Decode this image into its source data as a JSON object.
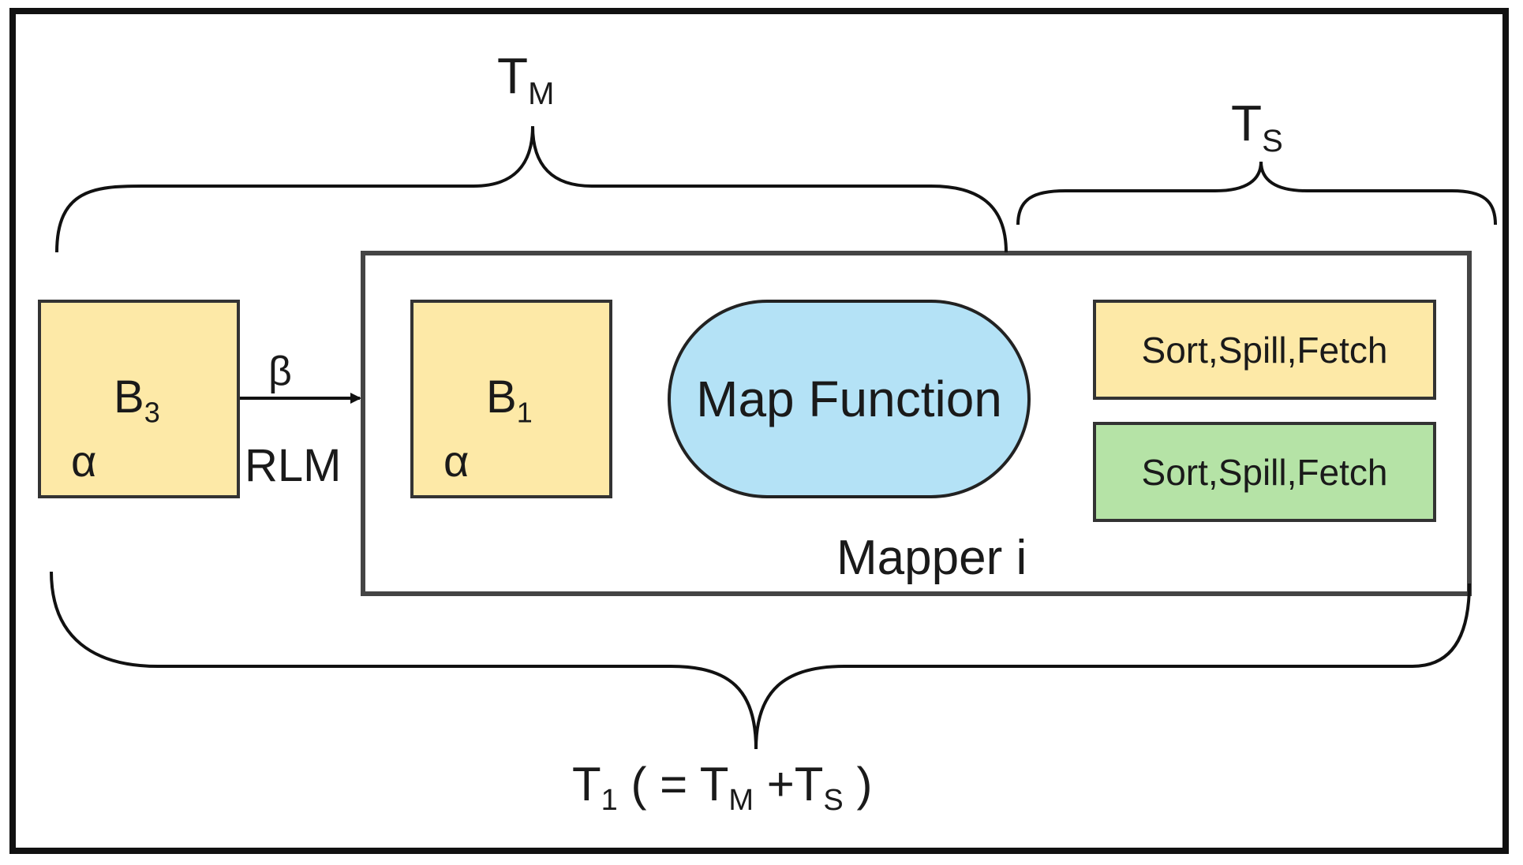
{
  "labels": {
    "tm_main": "T",
    "tm_sub": "M",
    "ts_main": "T",
    "ts_sub": "S",
    "t1_main": "T",
    "t1_sub": "1",
    "t1_open": " ( = T",
    "t1_sub_m": "M",
    "t1_plus": " +T",
    "t1_sub_s": "S",
    "t1_close": " )"
  },
  "b3": {
    "main": "B",
    "sub": "3",
    "alpha": "α"
  },
  "b1": {
    "main": "B",
    "sub": "1",
    "alpha": "α"
  },
  "arrow": {
    "beta": "β",
    "rlm": "RLM"
  },
  "map_function": "Map Function",
  "sort_yellow": "Sort,Spill,Fetch",
  "sort_green": "Sort,Spill,Fetch",
  "mapper_label": "Mapper i",
  "colors": {
    "yellow": "#fde9a7",
    "green": "#b5e3a6",
    "blue": "#b4e2f6",
    "stroke": "#222222"
  }
}
